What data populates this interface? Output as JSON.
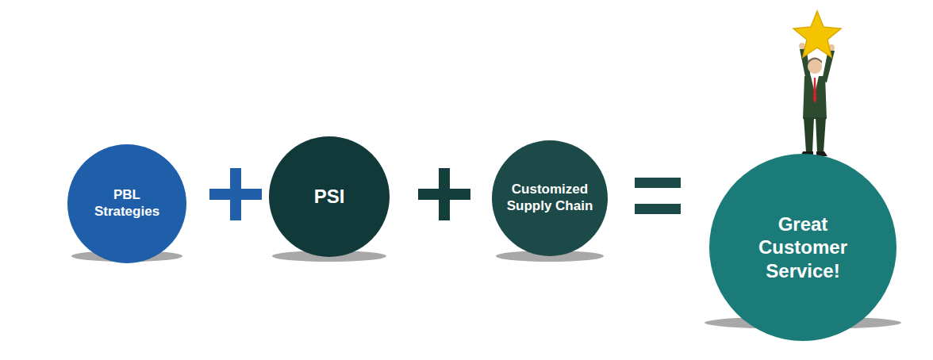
{
  "diagram": {
    "nodes": [
      {
        "text": [
          "PBL Strategies"
        ]
      },
      {
        "text": [
          "PSI"
        ]
      },
      {
        "text": [
          "Customized Supply Chain"
        ]
      },
      {
        "text": [
          "Great Customer Service!"
        ]
      }
    ]
  }
}
